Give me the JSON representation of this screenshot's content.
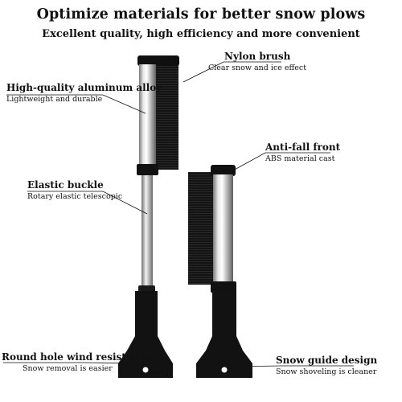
{
  "header": {
    "title": "Optimize materials for better snow plows",
    "subtitle": "Excellent quality, high efficiency and more convenient"
  },
  "callouts": {
    "nylon_brush": {
      "title": "Nylon brush",
      "desc": "Clear snow and ice effect"
    },
    "aluminum": {
      "title": "High-quality aluminum alloy",
      "desc": "Lightweight and durable"
    },
    "anti_fall": {
      "title": "Anti-fall front",
      "desc": "ABS material cast"
    },
    "elastic_buckle": {
      "title": "Elastic buckle",
      "desc": "Rotary elastic telescopic"
    },
    "round_hole": {
      "title": "Round hole wind resistance",
      "desc": "Snow removal is easier"
    },
    "snow_guide": {
      "title": "Snow guide design",
      "desc": "Snow shoveling is cleaner"
    }
  },
  "colors": {
    "background": "#ffffff",
    "text": "#111111",
    "brush": "#1a1a1a",
    "metal": "#c8c8c8"
  }
}
